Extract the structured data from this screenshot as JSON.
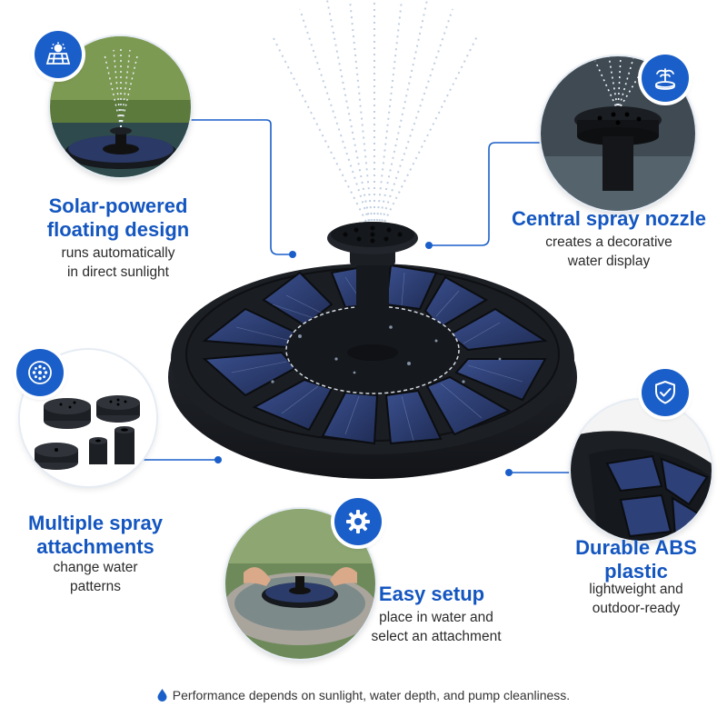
{
  "features": {
    "solar": {
      "title_line1": "Solar-powered",
      "title_line2": "floating design",
      "sub_line1": "runs automatically",
      "sub_line2": "in direct sunlight",
      "icon": "solar-panel-icon"
    },
    "nozzle": {
      "title": "Central spray nozzle",
      "sub_line1": "creates a decorative",
      "sub_line2": "water display",
      "icon": "fountain-icon"
    },
    "attachments": {
      "title_line1": "Multiple spray",
      "title_line2": "attachments",
      "sub_line1": "change water",
      "sub_line2": "patterns",
      "icon": "spray-head-icon"
    },
    "setup": {
      "title": "Easy setup",
      "sub_line1": "place in water and",
      "sub_line2": "select an attachment",
      "icon": "gear-icon"
    },
    "durable": {
      "title_line1": "Durable ABS",
      "title_line2": "plastic",
      "sub_line1": "lightweight and",
      "sub_line2": "outdoor-ready",
      "icon": "shield-check-icon"
    }
  },
  "footer": {
    "text": "Performance depends on sunlight, water depth, and pump cleanliness.",
    "icon": "water-drop-icon"
  },
  "colors": {
    "accent": "#1a5fc9",
    "title": "#1456c0",
    "body_text": "#2b2b2b",
    "panel_blue": "#2d3f73",
    "base_black": "#1c1f24"
  }
}
